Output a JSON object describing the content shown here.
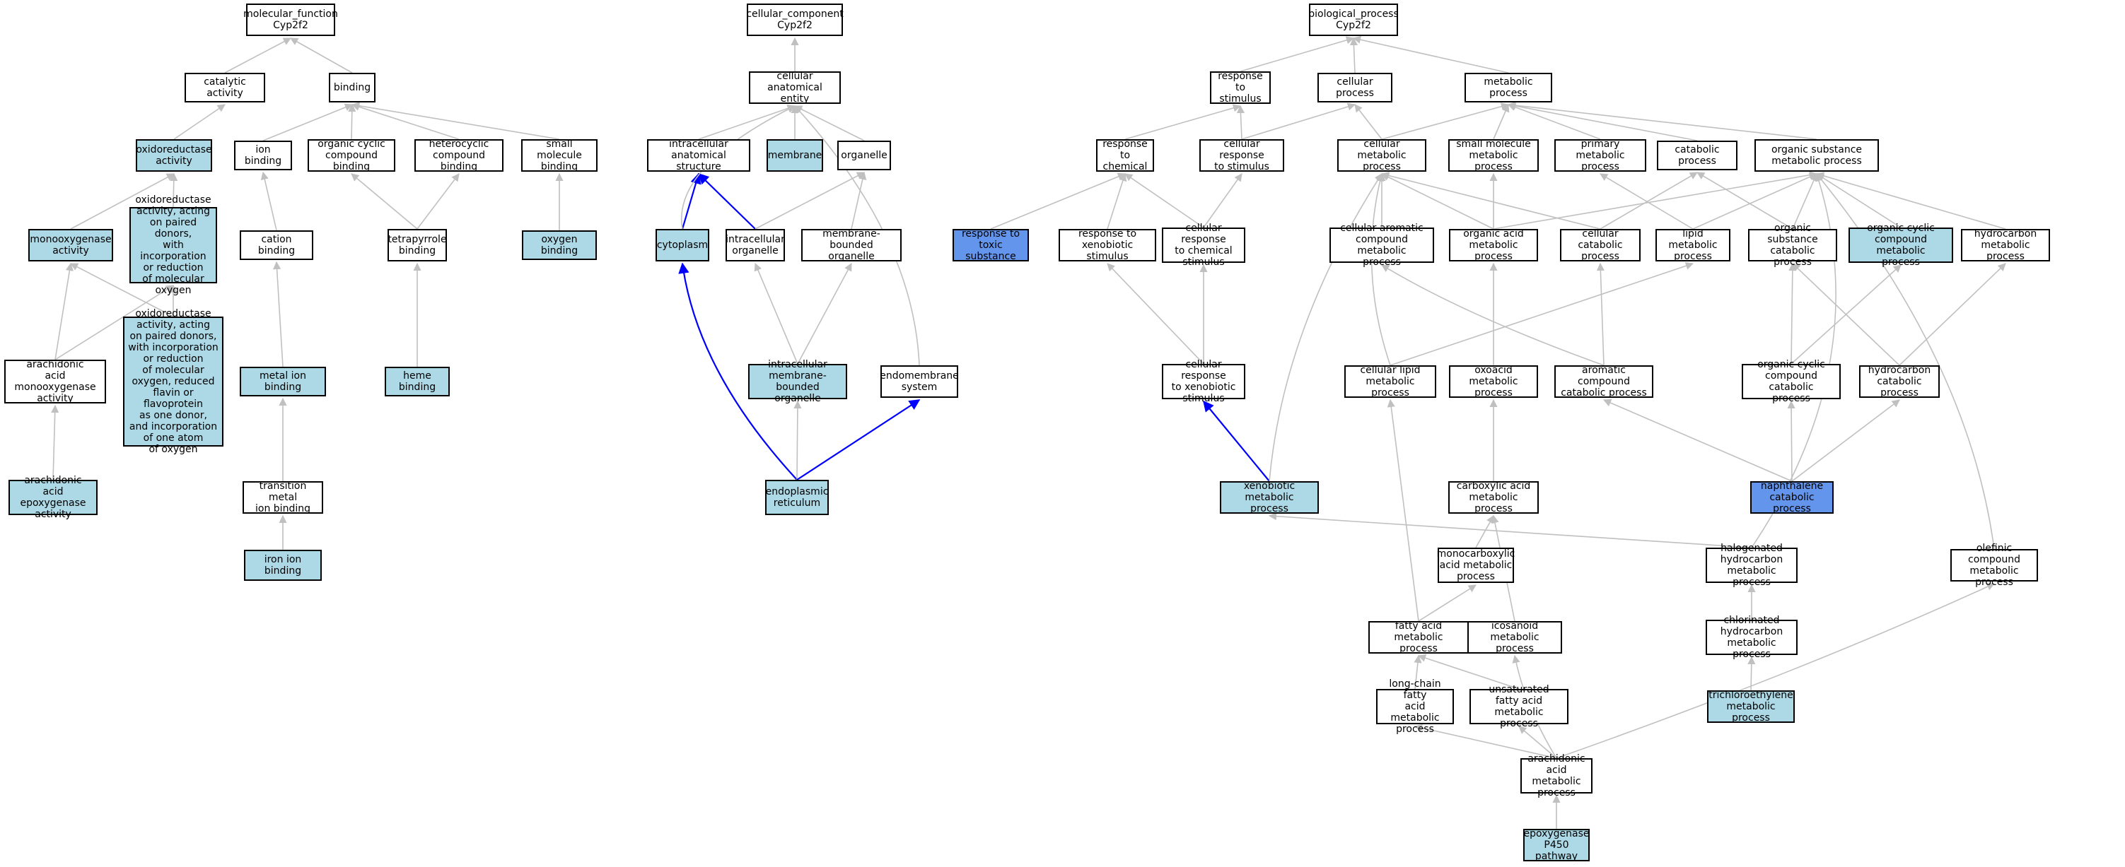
{
  "colors": {
    "edge_default": "#c0c0c0",
    "edge_highlight": "#0000ff",
    "fill_light": "#add8e6",
    "fill_blue": "#6495ed",
    "fill_default": "#ffffff"
  },
  "nodes": [
    {
      "id": "mf",
      "label": "molecular_function\nCyp2f2",
      "fill": "white"
    },
    {
      "id": "cat",
      "label": "catalytic activity",
      "fill": "white"
    },
    {
      "id": "bind",
      "label": "binding",
      "fill": "white"
    },
    {
      "id": "oxred",
      "label": "oxidoreductase\nactivity",
      "fill": "light"
    },
    {
      "id": "ionb",
      "label": "ion binding",
      "fill": "white"
    },
    {
      "id": "occb",
      "label": "organic cyclic\ncompound binding",
      "fill": "white"
    },
    {
      "id": "hetb",
      "label": "heterocyclic\ncompound binding",
      "fill": "white"
    },
    {
      "id": "smb",
      "label": "small molecule\nbinding",
      "fill": "white"
    },
    {
      "id": "monoox",
      "label": "monooxygenase\nactivity",
      "fill": "light"
    },
    {
      "id": "oxpd",
      "label": "oxidoreductase\nactivity, acting\non paired donors,\nwith incorporation\nor reduction\nof molecular\noxygen",
      "fill": "light"
    },
    {
      "id": "catb",
      "label": "cation binding",
      "fill": "white"
    },
    {
      "id": "tetb",
      "label": "tetrapyrrole\nbinding",
      "fill": "white"
    },
    {
      "id": "oxyb",
      "label": "oxygen binding",
      "fill": "light"
    },
    {
      "id": "oxred2",
      "label": "oxidoreductase\nactivity, acting\non paired donors,\nwith incorporation\nor reduction\nof molecular\noxygen, reduced\nflavin or flavoprotein\nas one donor,\nand incorporation\nof one atom\nof oxygen",
      "fill": "light"
    },
    {
      "id": "aramono",
      "label": "arachidonic\nacid monooxygenase\nactivity",
      "fill": "white"
    },
    {
      "id": "metb",
      "label": "metal ion binding",
      "fill": "light"
    },
    {
      "id": "hemeb",
      "label": "heme binding",
      "fill": "light"
    },
    {
      "id": "araepox",
      "label": "arachidonic\nacid epoxygenase\nactivity",
      "fill": "light"
    },
    {
      "id": "tmb",
      "label": "transition metal\nion binding",
      "fill": "white"
    },
    {
      "id": "ironb",
      "label": "iron ion binding",
      "fill": "light"
    },
    {
      "id": "cc",
      "label": "cellular_component\nCyp2f2",
      "fill": "white"
    },
    {
      "id": "cae",
      "label": "cellular anatomical\nentity",
      "fill": "white"
    },
    {
      "id": "ias",
      "label": "intracellular\nanatomical structure",
      "fill": "white"
    },
    {
      "id": "memb",
      "label": "membrane",
      "fill": "light"
    },
    {
      "id": "org",
      "label": "organelle",
      "fill": "white"
    },
    {
      "id": "cyto",
      "label": "cytoplasm",
      "fill": "light"
    },
    {
      "id": "iorg",
      "label": "intracellular\norganelle",
      "fill": "white"
    },
    {
      "id": "mbo",
      "label": "membrane-bounded\norganelle",
      "fill": "white"
    },
    {
      "id": "imbo",
      "label": "intracellular\nmembrane-bounded\norganelle",
      "fill": "light"
    },
    {
      "id": "endo",
      "label": "endomembrane\nsystem",
      "fill": "white"
    },
    {
      "id": "er",
      "label": "endoplasmic\nreticulum",
      "fill": "light"
    },
    {
      "id": "bp",
      "label": "biological_process\nCyp2f2",
      "fill": "white"
    },
    {
      "id": "rts",
      "label": "response to\nstimulus",
      "fill": "white"
    },
    {
      "id": "cp",
      "label": "cellular process",
      "fill": "white"
    },
    {
      "id": "mp",
      "label": "metabolic process",
      "fill": "white"
    },
    {
      "id": "rtc",
      "label": "response to\nchemical",
      "fill": "white"
    },
    {
      "id": "crts",
      "label": "cellular response\nto stimulus",
      "fill": "white"
    },
    {
      "id": "cmp",
      "label": "cellular metabolic\nprocess",
      "fill": "white"
    },
    {
      "id": "smmp",
      "label": "small molecule\nmetabolic process",
      "fill": "white"
    },
    {
      "id": "pmp",
      "label": "primary metabolic\nprocess",
      "fill": "white"
    },
    {
      "id": "catp",
      "label": "catabolic process",
      "fill": "white"
    },
    {
      "id": "osmp",
      "label": "organic substance\nmetabolic process",
      "fill": "white"
    },
    {
      "id": "rtts",
      "label": "response to\ntoxic substance",
      "fill": "blue"
    },
    {
      "id": "rtxs",
      "label": "response to\nxenobiotic stimulus",
      "fill": "white"
    },
    {
      "id": "crtcs",
      "label": "cellular response\nto chemical\nstimulus",
      "fill": "white"
    },
    {
      "id": "camp",
      "label": "cellular aromatic\ncompound metabolic\nprocess",
      "fill": "white"
    },
    {
      "id": "oamp",
      "label": "organic acid\nmetabolic process",
      "fill": "white"
    },
    {
      "id": "ccp",
      "label": "cellular catabolic\nprocess",
      "fill": "white"
    },
    {
      "id": "lmp",
      "label": "lipid metabolic\nprocess",
      "fill": "white"
    },
    {
      "id": "oscp",
      "label": "organic substance\ncatabolic process",
      "fill": "white"
    },
    {
      "id": "occmp",
      "label": "organic cyclic\ncompound metabolic\nprocess",
      "fill": "light"
    },
    {
      "id": "hmp",
      "label": "hydrocarbon\nmetabolic process",
      "fill": "white"
    },
    {
      "id": "crtxs",
      "label": "cellular response\nto xenobiotic\nstimulus",
      "fill": "white"
    },
    {
      "id": "clmp",
      "label": "cellular lipid\nmetabolic process",
      "fill": "white"
    },
    {
      "id": "oxmp",
      "label": "oxoacid metabolic\nprocess",
      "fill": "white"
    },
    {
      "id": "accp",
      "label": "aromatic compound\ncatabolic process",
      "fill": "white"
    },
    {
      "id": "occcp",
      "label": "organic cyclic\ncompound catabolic\nprocess",
      "fill": "white"
    },
    {
      "id": "hcp",
      "label": "hydrocarbon\ncatabolic process",
      "fill": "white"
    },
    {
      "id": "xmp",
      "label": "xenobiotic metabolic\nprocess",
      "fill": "light"
    },
    {
      "id": "cxamp",
      "label": "carboxylic acid\nmetabolic process",
      "fill": "white"
    },
    {
      "id": "ncp",
      "label": "naphthalene\ncatabolic process",
      "fill": "blue"
    },
    {
      "id": "mcamp",
      "label": "monocarboxylic\nacid metabolic\nprocess",
      "fill": "white"
    },
    {
      "id": "hhmp",
      "label": "halogenated\nhydrocarbon\nmetabolic process",
      "fill": "white"
    },
    {
      "id": "olmp",
      "label": "olefinic compound\nmetabolic process",
      "fill": "white"
    },
    {
      "id": "famp",
      "label": "fatty acid metabolic\nprocess",
      "fill": "white"
    },
    {
      "id": "icmp",
      "label": "icosanoid metabolic\nprocess",
      "fill": "white"
    },
    {
      "id": "chmp",
      "label": "chlorinated\nhydrocarbon\nmetabolic process",
      "fill": "white"
    },
    {
      "id": "lcfamp",
      "label": "long-chain fatty\nacid metabolic\nprocess",
      "fill": "white"
    },
    {
      "id": "ufamp",
      "label": "unsaturated\nfatty acid metabolic\nprocess",
      "fill": "white"
    },
    {
      "id": "tcemp",
      "label": "trichloroethylene\nmetabolic process",
      "fill": "light"
    },
    {
      "id": "aamp",
      "label": "arachidonic\nacid metabolic\nprocess",
      "fill": "white"
    },
    {
      "id": "ep450",
      "label": "epoxygenase\nP450 pathway",
      "fill": "light"
    }
  ],
  "edges": [
    [
      "cat",
      "mf",
      0
    ],
    [
      "bind",
      "mf",
      0
    ],
    [
      "oxred",
      "cat",
      0
    ],
    [
      "ionb",
      "bind",
      0
    ],
    [
      "occb",
      "bind",
      0
    ],
    [
      "hetb",
      "bind",
      0
    ],
    [
      "smb",
      "bind",
      0
    ],
    [
      "monoox",
      "oxred",
      0
    ],
    [
      "oxpd",
      "oxred",
      0
    ],
    [
      "catb",
      "ionb",
      0
    ],
    [
      "tetb",
      "occb",
      0
    ],
    [
      "tetb",
      "hetb",
      0
    ],
    [
      "oxyb",
      "smb",
      0
    ],
    [
      "oxred2",
      "oxpd",
      0
    ],
    [
      "aramono",
      "monoox",
      0
    ],
    [
      "aramono",
      "oxpd",
      0
    ],
    [
      "oxred2",
      "monoox",
      0
    ],
    [
      "metb",
      "catb",
      0
    ],
    [
      "hemeb",
      "tetb",
      0
    ],
    [
      "araepox",
      "aramono",
      0
    ],
    [
      "tmb",
      "metb",
      0
    ],
    [
      "ironb",
      "tmb",
      0
    ],
    [
      "cae",
      "cc",
      0
    ],
    [
      "ias",
      "cae",
      0
    ],
    [
      "memb",
      "cae",
      0
    ],
    [
      "org",
      "cae",
      0
    ],
    [
      "cyto",
      "ias",
      1
    ],
    [
      "iorg",
      "ias",
      1
    ],
    [
      "iorg",
      "org",
      0
    ],
    [
      "mbo",
      "org",
      0
    ],
    [
      "imbo",
      "iorg",
      0
    ],
    [
      "imbo",
      "mbo",
      0
    ],
    [
      "endo",
      "cae",
      0
    ],
    [
      "cyto",
      "cae",
      0
    ],
    [
      "er",
      "cyto",
      1
    ],
    [
      "er",
      "imbo",
      0
    ],
    [
      "er",
      "endo",
      1
    ],
    [
      "rts",
      "bp",
      0
    ],
    [
      "cp",
      "bp",
      0
    ],
    [
      "mp",
      "bp",
      0
    ],
    [
      "rtc",
      "rts",
      0
    ],
    [
      "crts",
      "rts",
      0
    ],
    [
      "crts",
      "cp",
      0
    ],
    [
      "cmp",
      "cp",
      0
    ],
    [
      "cmp",
      "mp",
      0
    ],
    [
      "smmp",
      "mp",
      0
    ],
    [
      "pmp",
      "mp",
      0
    ],
    [
      "catp",
      "mp",
      0
    ],
    [
      "osmp",
      "mp",
      0
    ],
    [
      "rtts",
      "rtc",
      0
    ],
    [
      "rtxs",
      "rtc",
      0
    ],
    [
      "crtcs",
      "rtc",
      0
    ],
    [
      "crtcs",
      "crts",
      0
    ],
    [
      "camp",
      "cmp",
      0
    ],
    [
      "oamp",
      "cmp",
      0
    ],
    [
      "oamp",
      "smmp",
      0
    ],
    [
      "oamp",
      "osmp",
      0
    ],
    [
      "ccp",
      "cmp",
      0
    ],
    [
      "ccp",
      "catp",
      0
    ],
    [
      "lmp",
      "pmp",
      0
    ],
    [
      "lmp",
      "osmp",
      0
    ],
    [
      "oscp",
      "catp",
      0
    ],
    [
      "oscp",
      "osmp",
      0
    ],
    [
      "occmp",
      "osmp",
      0
    ],
    [
      "hmp",
      "osmp",
      0
    ],
    [
      "crtxs",
      "rtxs",
      0
    ],
    [
      "crtxs",
      "crtcs",
      0
    ],
    [
      "clmp",
      "cmp",
      0
    ],
    [
      "clmp",
      "lmp",
      0
    ],
    [
      "oxmp",
      "oamp",
      0
    ],
    [
      "accp",
      "camp",
      0
    ],
    [
      "accp",
      "ccp",
      0
    ],
    [
      "occcp",
      "oscp",
      0
    ],
    [
      "occcp",
      "occmp",
      0
    ],
    [
      "hcp",
      "oscp",
      0
    ],
    [
      "hcp",
      "hmp",
      0
    ],
    [
      "xmp",
      "crtxs",
      1
    ],
    [
      "xmp",
      "cmp",
      0
    ],
    [
      "cxamp",
      "oxmp",
      0
    ],
    [
      "ncp",
      "accp",
      0
    ],
    [
      "ncp",
      "occcp",
      0
    ],
    [
      "ncp",
      "hcp",
      0
    ],
    [
      "mcamp",
      "cxamp",
      0
    ],
    [
      "hhmp",
      "xmp",
      0
    ],
    [
      "hhmp",
      "osmp",
      0
    ],
    [
      "olmp",
      "osmp",
      0
    ],
    [
      "famp",
      "mcamp",
      0
    ],
    [
      "famp",
      "clmp",
      0
    ],
    [
      "icmp",
      "cxamp",
      0
    ],
    [
      "chmp",
      "hhmp",
      0
    ],
    [
      "lcfamp",
      "famp",
      0
    ],
    [
      "ufamp",
      "famp",
      0
    ],
    [
      "tcemp",
      "chmp",
      0
    ],
    [
      "aamp",
      "lcfamp",
      0
    ],
    [
      "aamp",
      "ufamp",
      0
    ],
    [
      "aamp",
      "icmp",
      0
    ],
    [
      "aamp",
      "olmp",
      0
    ],
    [
      "ep450",
      "aamp",
      0
    ]
  ]
}
